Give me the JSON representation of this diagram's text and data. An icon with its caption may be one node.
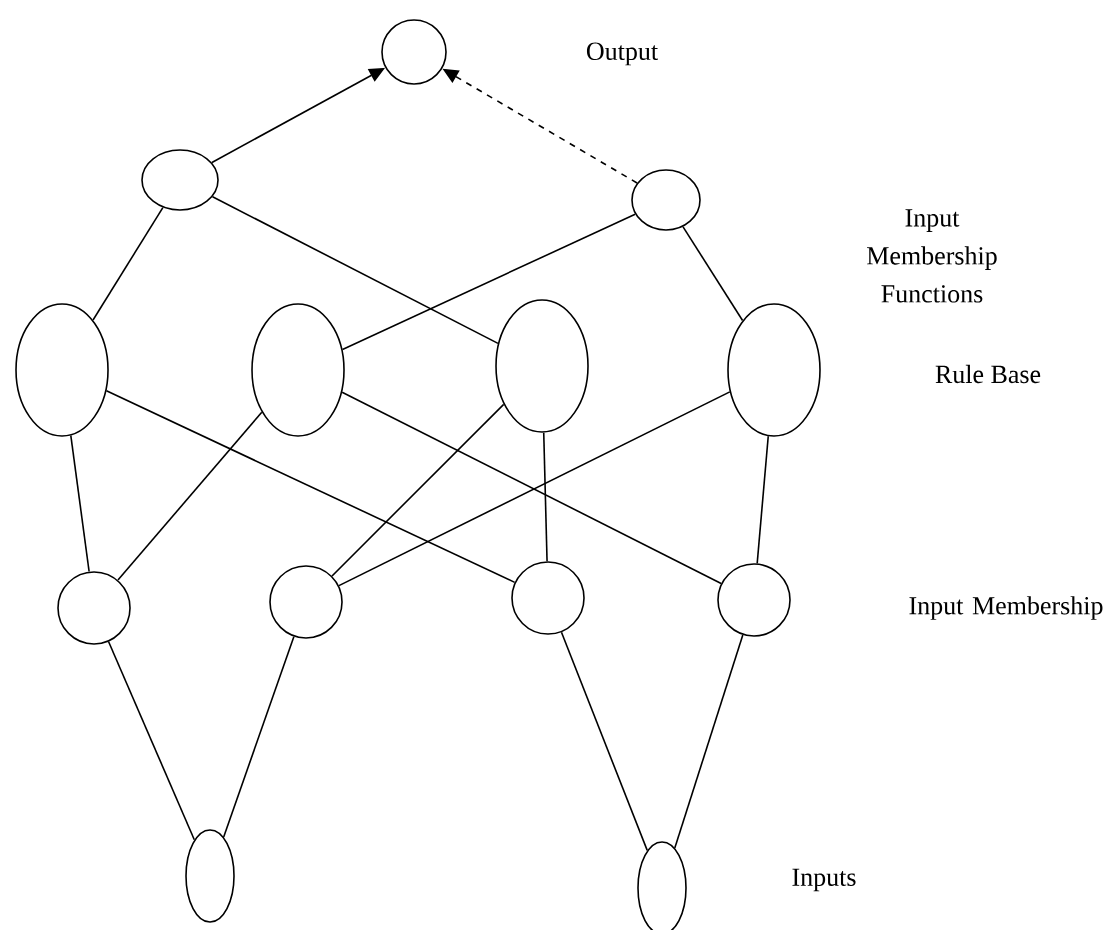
{
  "diagram": {
    "nodes": [
      {
        "text": [],
        "shape": "circle"
      },
      {
        "text": [],
        "shape": "ellipse"
      },
      {
        "text": [],
        "shape": "ellipse"
      },
      {
        "text": [],
        "shape": "ellipse"
      },
      {
        "text": [],
        "shape": "ellipse"
      },
      {
        "text": [],
        "shape": "ellipse"
      },
      {
        "text": [],
        "shape": "ellipse"
      },
      {
        "text": [],
        "shape": "circle"
      },
      {
        "text": [],
        "shape": "circle"
      },
      {
        "text": [],
        "shape": "circle"
      },
      {
        "text": [],
        "shape": "circle"
      },
      {
        "text": [],
        "shape": "ellipse"
      },
      {
        "text": [],
        "shape": "ellipse"
      }
    ],
    "edges": [
      {
        "from": 1,
        "to": 0,
        "arrow": "to"
      },
      {
        "from": 2,
        "to": 0,
        "arrow": "to",
        "style": "dashed"
      },
      {
        "from": 1,
        "to": 3,
        "arrow": "none"
      },
      {
        "from": 1,
        "to": 5,
        "arrow": "none"
      },
      {
        "from": 2,
        "to": 4,
        "arrow": "none"
      },
      {
        "from": 2,
        "to": 6,
        "arrow": "none"
      },
      {
        "from": 3,
        "to": 7,
        "arrow": "none"
      },
      {
        "from": 3,
        "to": 9,
        "arrow": "none"
      },
      {
        "from": 4,
        "to": 7,
        "arrow": "none"
      },
      {
        "from": 4,
        "to": 10,
        "arrow": "none"
      },
      {
        "from": 5,
        "to": 8,
        "arrow": "none"
      },
      {
        "from": 5,
        "to": 9,
        "arrow": "none"
      },
      {
        "from": 6,
        "to": 8,
        "arrow": "none"
      },
      {
        "from": 6,
        "to": 10,
        "arrow": "none"
      },
      {
        "from": 7,
        "to": 11,
        "arrow": "none"
      },
      {
        "from": 8,
        "to": 11,
        "arrow": "none"
      },
      {
        "from": 9,
        "to": 12,
        "arrow": "none"
      },
      {
        "from": 10,
        "to": 12,
        "arrow": "none"
      }
    ],
    "labels": [
      "Output",
      "Input Membership Functions",
      "Rule Base",
      "Input Membership",
      "Inputs"
    ]
  }
}
